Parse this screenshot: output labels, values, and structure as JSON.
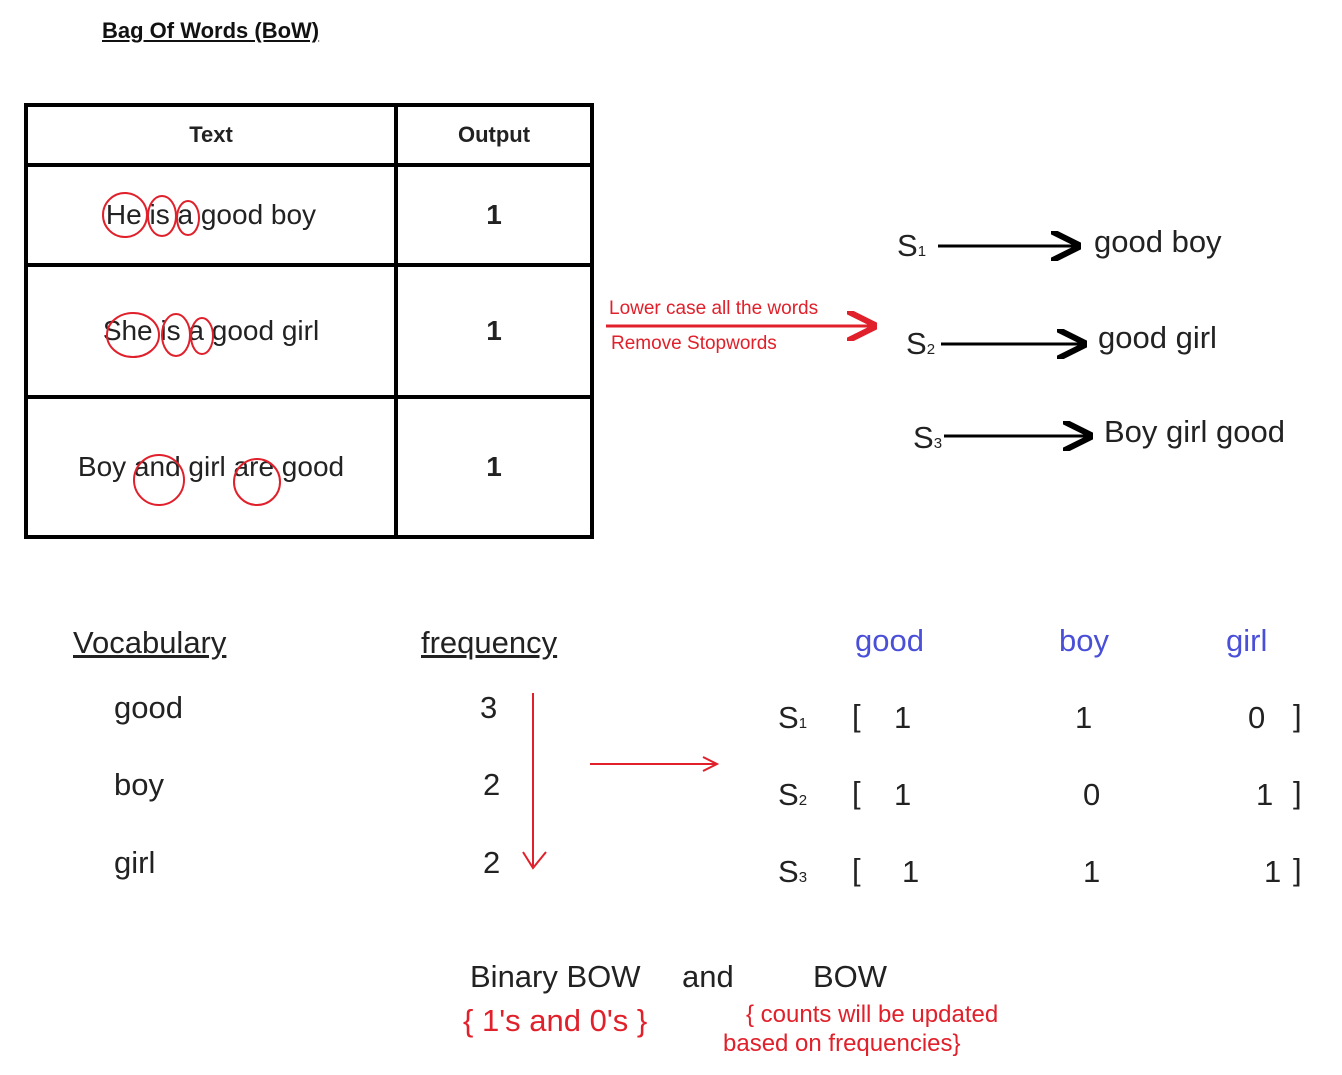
{
  "title": "Bag Of Words (BoW)",
  "table": {
    "headers": [
      "Text",
      "Output"
    ],
    "rows": [
      {
        "text": "He is a good boy",
        "output": "1"
      },
      {
        "text": "She is a good girl",
        "output": "1"
      },
      {
        "text": "Boy and girl are good",
        "output": "1"
      }
    ]
  },
  "preprocessing": {
    "step1": "Lower case all the words",
    "step2": "Remove Stopwords"
  },
  "sentences": [
    {
      "label": "S",
      "index": "1",
      "value": "good boy"
    },
    {
      "label": "S",
      "index": "2",
      "value": "good girl"
    },
    {
      "label": "S",
      "index": "3",
      "value": "Boy girl good"
    }
  ],
  "vocabulary": {
    "header": "Vocabulary",
    "freq_header": "frequency",
    "items": [
      {
        "word": "good",
        "freq": "3"
      },
      {
        "word": "boy",
        "freq": "2"
      },
      {
        "word": "girl",
        "freq": "2"
      }
    ]
  },
  "matrix": {
    "columns": [
      "good",
      "boy",
      "girl"
    ],
    "rows": [
      {
        "label": "S",
        "index": "1",
        "values": [
          "1",
          "1",
          "0"
        ]
      },
      {
        "label": "S",
        "index": "2",
        "values": [
          "1",
          "0",
          "1"
        ]
      },
      {
        "label": "S",
        "index": "3",
        "values": [
          "1",
          "1",
          "1"
        ]
      }
    ]
  },
  "bottom": {
    "binary": "Binary BOW",
    "and": "and",
    "bow": "BOW",
    "binary_note": "{ 1's and 0's }",
    "bow_note_1": "{ counts will be updated",
    "bow_note_2": "based on frequencies}"
  },
  "colors": {
    "annotation": "#e0202a",
    "header_blue": "#4a4fd8"
  }
}
